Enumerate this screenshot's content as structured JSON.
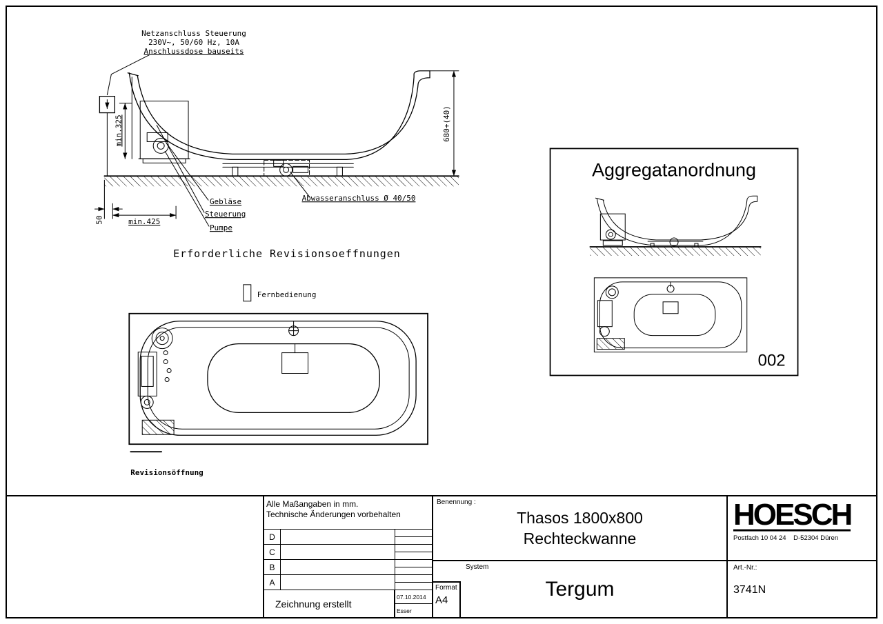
{
  "side_view": {
    "power_note_line1": "Netzanschluss Steuerung",
    "power_note_line2": "230V~, 50/60 Hz, 10A",
    "power_note_line3": "Anschlussdose bauseits",
    "dim_height": "680+(40)",
    "dim_min_depth": "min.325",
    "dim_gap": "50",
    "dim_min_width": "min.425",
    "label_blower": "Gebläse",
    "label_control": "Steuerung",
    "label_pump": "Pumpe",
    "label_drain": "Abwasseranschluss Ø 40/50",
    "caption_openings": "Erforderliche Revisionsoeffnungen",
    "caption_remote": "Fernbedienung"
  },
  "plan_view": {
    "legend_opening": "Revisionsöffnung"
  },
  "aggregat_panel": {
    "title": "Aggregatanordnung",
    "figure_number": "002"
  },
  "titleblock": {
    "notes_line1": "Alle Maßangaben in mm.",
    "notes_line2": "Technische Änderungen vorbehalten",
    "revision_rows": [
      "D",
      "C",
      "B",
      "A"
    ],
    "created_label": "Zeichnung erstellt",
    "created_date": "07.10.2014",
    "created_by": "Esser",
    "benennung_label": "Benennung :",
    "title_line1": "Thasos 1800x800",
    "title_line2": "Rechteckwanne",
    "format_label": "Format",
    "format_value": "A4",
    "system_label": "System",
    "system_value": "Tergum",
    "brand": "HOESCH",
    "brand_address": "Postfach 10 04 24    D-52304 Düren",
    "artnr_label": "Art.-Nr.:",
    "artnr_value": "3741N"
  }
}
